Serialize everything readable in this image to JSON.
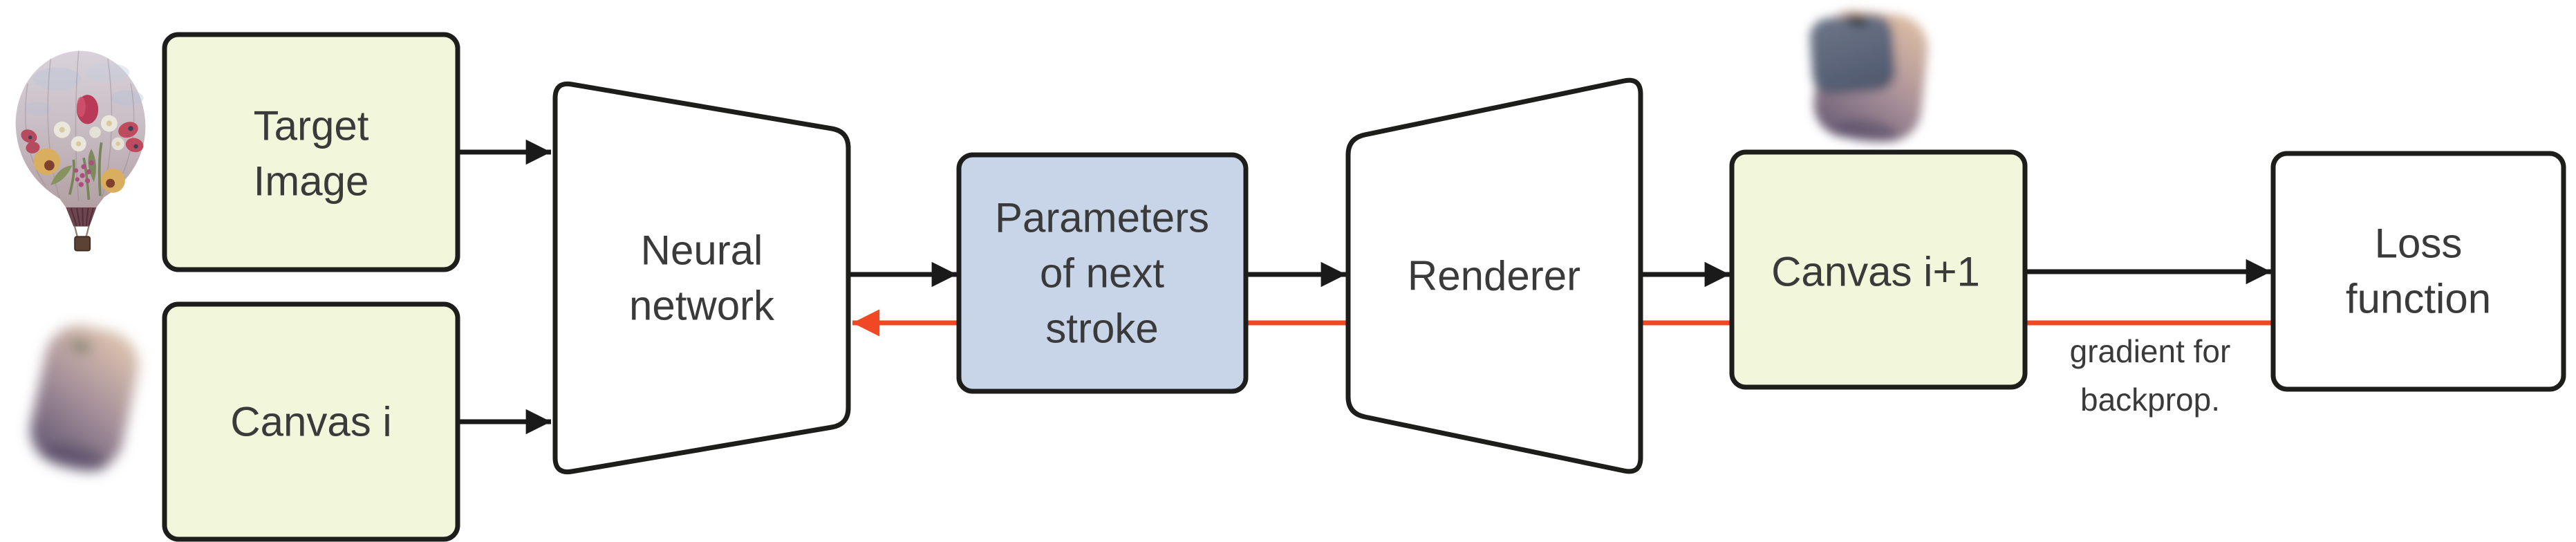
{
  "figure": {
    "description": "stroke-based painting training loop diagram",
    "nodes": {
      "target_image": {
        "lines": [
          "Target",
          "Image"
        ],
        "fill": "#f2f6da"
      },
      "canvas_i": {
        "lines": [
          "Canvas i"
        ],
        "fill": "#f2f6da"
      },
      "neural_network": {
        "lines": [
          "Neural",
          "network"
        ],
        "fill": "#ffffff"
      },
      "stroke_params": {
        "lines": [
          "Parameters",
          "of next",
          "stroke"
        ],
        "fill": "#c8d5e8"
      },
      "renderer": {
        "lines": [
          "Renderer"
        ],
        "fill": "#ffffff"
      },
      "canvas_i_plus_1": {
        "lines": [
          "Canvas i+1"
        ],
        "fill": "#f2f6da"
      },
      "loss_function": {
        "lines": [
          "Loss",
          "function"
        ],
        "fill": "#ffffff"
      }
    },
    "annotation": {
      "lines": [
        "gradient for",
        "backprop."
      ],
      "color": "#f04824"
    },
    "edges": {
      "forward": [
        {
          "from": "target_image",
          "to": "neural_network"
        },
        {
          "from": "canvas_i",
          "to": "neural_network"
        },
        {
          "from": "neural_network",
          "to": "stroke_params"
        },
        {
          "from": "stroke_params",
          "to": "renderer"
        },
        {
          "from": "renderer",
          "to": "canvas_i_plus_1"
        },
        {
          "from": "canvas_i_plus_1",
          "to": "loss_function"
        }
      ],
      "backward": {
        "from": "loss_function",
        "to": "neural_network",
        "label": "gradient for backprop."
      }
    },
    "images": {
      "target_photo": "hot-air-balloon-photo",
      "canvas_i_thumbnail": "blurry-painted-balloon",
      "canvas_i_plus_1_thumbnail": "blurry-painted-balloon-with-new-stroke"
    },
    "colors": {
      "border": "#1d1d1b",
      "text": "#3a3a3a",
      "forward_arrow": "#1a1a1a",
      "backward_arrow": "#f04824",
      "background": "#ffffff"
    }
  }
}
